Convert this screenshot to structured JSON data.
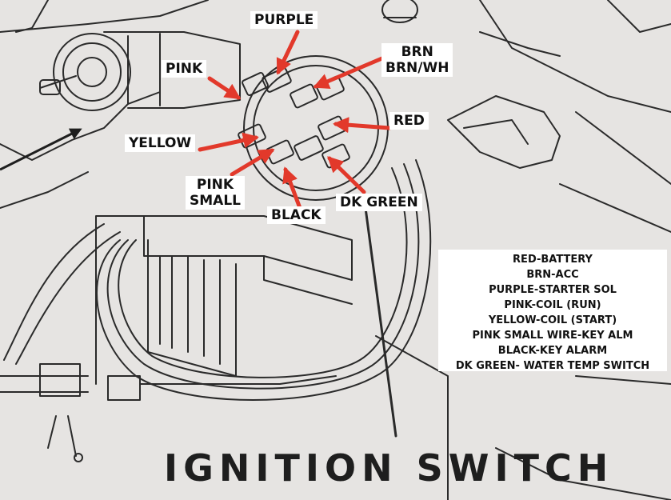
{
  "labels": {
    "purple": "PURPLE",
    "pink": "PINK",
    "brn": "BRN",
    "brn_wh": "BRN/WH",
    "red": "RED",
    "yellow": "YELLOW",
    "pink_small_1": "PINK",
    "pink_small_2": "SMALL",
    "black": "BLACK",
    "dk_green": "DK GREEN"
  },
  "legend": {
    "lines": [
      "RED-BATTERY",
      "BRN-ACC",
      "PURPLE-STARTER SOL",
      "PINK-COIL (RUN)",
      "YELLOW-COIL (START)",
      "PINK SMALL WIRE-KEY ALM",
      "BLACK-KEY ALARM",
      "DK GREEN- WATER TEMP SWITCH"
    ]
  },
  "caption": "IGNITION SWITCH",
  "colors": {
    "arrow": "#e2392b",
    "line_art": "#2a2a2a",
    "paper": "#e6e4e2"
  }
}
